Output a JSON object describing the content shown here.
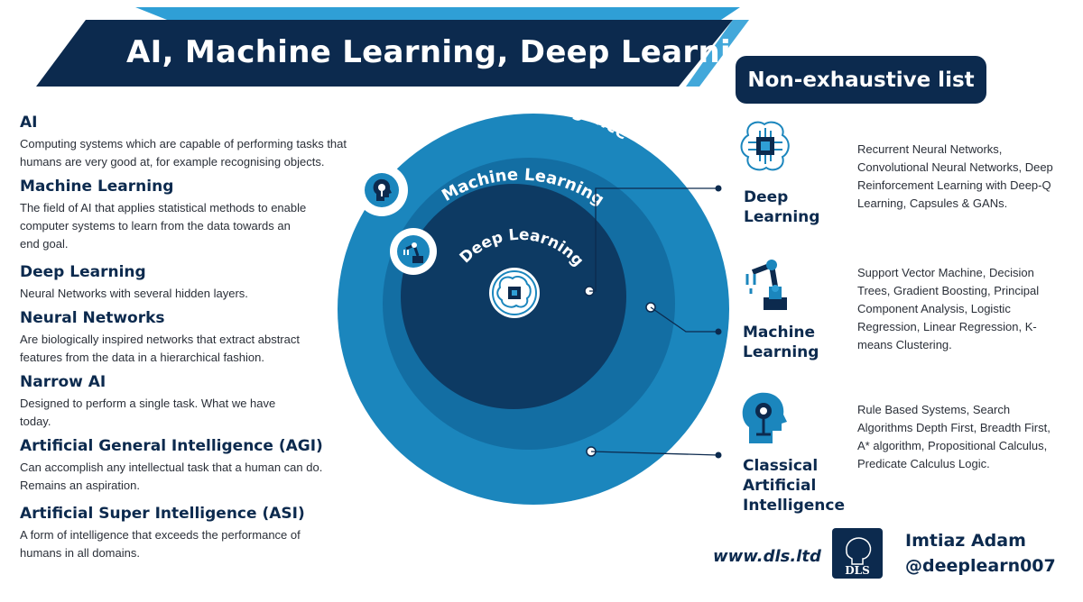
{
  "title": "AI, Machine Learning, Deep Learning",
  "subtitle_box": "Non-exhaustive list",
  "colors": {
    "navy": "#0c2a4e",
    "outer_circle": "#1b86bd",
    "middle_circle": "#136ea3",
    "inner_circle": "#0d3a63",
    "accent": "#2f9fd6"
  },
  "definitions": [
    {
      "term": "AI",
      "text": "Computing systems which are capable of performing tasks that humans are very good at, for example recognising objects."
    },
    {
      "term": "Machine Learning",
      "text": "The field of AI that applies statistical methods to enable computer systems to learn from the data towards an end goal."
    },
    {
      "term": "Deep Learning",
      "text": "Neural Networks with several hidden layers."
    },
    {
      "term": "Neural Networks",
      "text": "Are biologically inspired networks that extract abstract features from the data in a hierarchical fashion."
    },
    {
      "term": "Narrow AI",
      "text": "Designed to perform a single task. What we have today."
    },
    {
      "term": "Artificial General Intelligence (AGI)",
      "text": "Can accomplish any intellectual task that a human can do. Remains an aspiration."
    },
    {
      "term": "Artificial Super Intelligence (ASI)",
      "text": "A form of intelligence that exceeds the performance of humans in all domains."
    }
  ],
  "circles": {
    "outer": "Artificial Intelligence",
    "middle": "Machine Learning",
    "inner": "Deep Learning"
  },
  "categories": [
    {
      "title_lines": [
        "Deep",
        "Learning"
      ],
      "icon": "brain-chip-icon",
      "items": "Recurrent Neural Networks, Convolutional Neural Networks, Deep Reinforcement Learning with Deep-Q Learning, Capsules & GANs."
    },
    {
      "title_lines": [
        "Machine",
        "Learning"
      ],
      "icon": "robot-arm-icon",
      "items": "Support Vector Machine, Decision Trees, Gradient Boosting, Principal Component Analysis, Logistic Regression, Linear Regression, K-means Clustering."
    },
    {
      "title_lines": [
        "Classical",
        "Artificial",
        "Intelligence"
      ],
      "icon": "head-profile-icon",
      "items": "Rule Based Systems, Search Algorithms Depth First, Breadth First, A* algorithm, Propositional Calculus, Predicate Calculus Logic."
    }
  ],
  "footer": {
    "url": "www.dls.ltd",
    "logo_text": "DLS",
    "author_name": "Imtiaz Adam",
    "author_handle": "@deeplearn007"
  }
}
